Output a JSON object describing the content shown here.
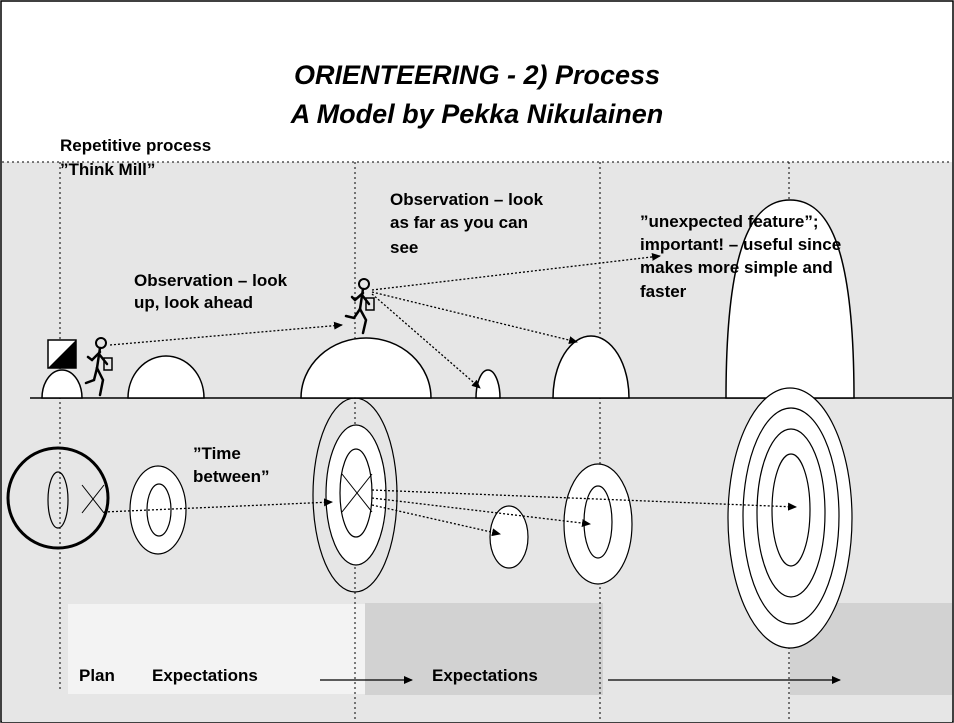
{
  "slide": {
    "title_line1": "ORIENTEERING - 2) Process",
    "title_line2": "A Model by Pekka Nikulainen"
  },
  "labels": {
    "repetitive_process": "Repetitive process",
    "think_mill": "”Think Mill”",
    "observation_near_1": "Observation – look",
    "observation_near_2": "up, look ahead",
    "observation_far_1": "Observation – look",
    "observation_far_2": "as far as you can",
    "observation_far_3": "see",
    "unexpected_1": "”unexpected feature”;",
    "unexpected_2": "important! – useful since",
    "unexpected_3": "makes more simple and",
    "unexpected_4": "faster",
    "time_between_1": "”Time",
    "time_between_2": "between”"
  },
  "bottom": {
    "plan": "Plan",
    "expectations_1": "Expectations",
    "expectations_2": "Expectations"
  },
  "colors": {
    "background_gray": "#e6e6e6",
    "band_light": "#f3f3f3",
    "band_dark": "#d2d2d2",
    "ink": "#000000"
  }
}
